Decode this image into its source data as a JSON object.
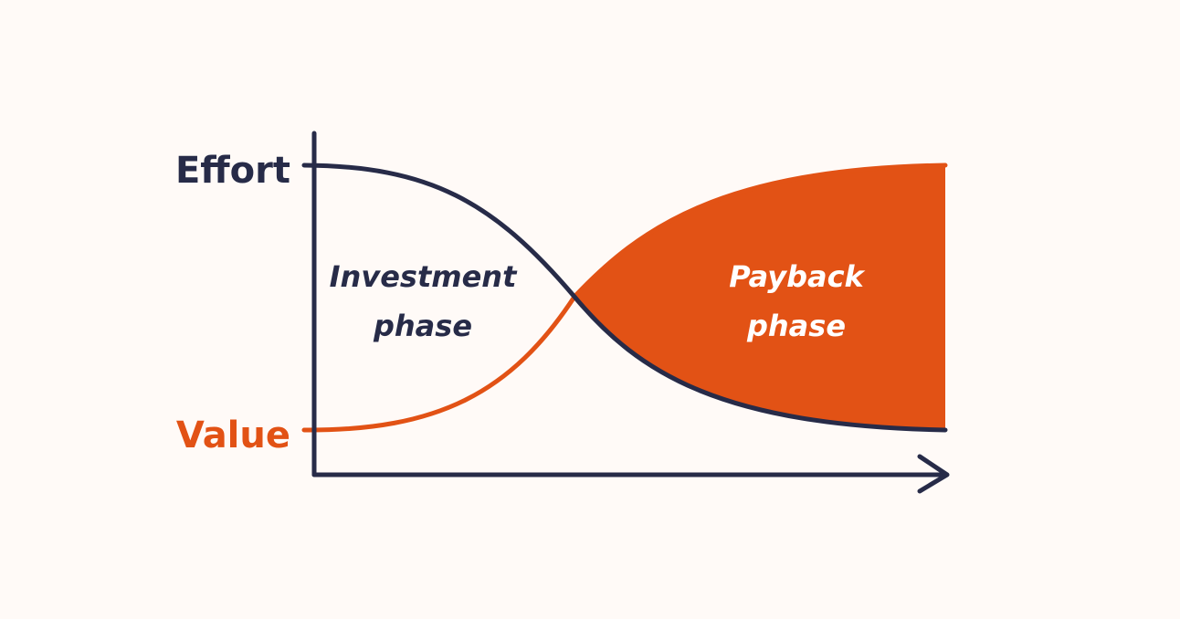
{
  "labels": {
    "effort": "Effort",
    "value": "Value",
    "investment_line1": "Investment",
    "investment_line2": "phase",
    "payback_line1": "Payback",
    "payback_line2": "phase"
  },
  "colors": {
    "background": "#fffaf7",
    "ink": "#272b48",
    "accent": "#e25215",
    "payback_text": "#ffffff"
  }
}
